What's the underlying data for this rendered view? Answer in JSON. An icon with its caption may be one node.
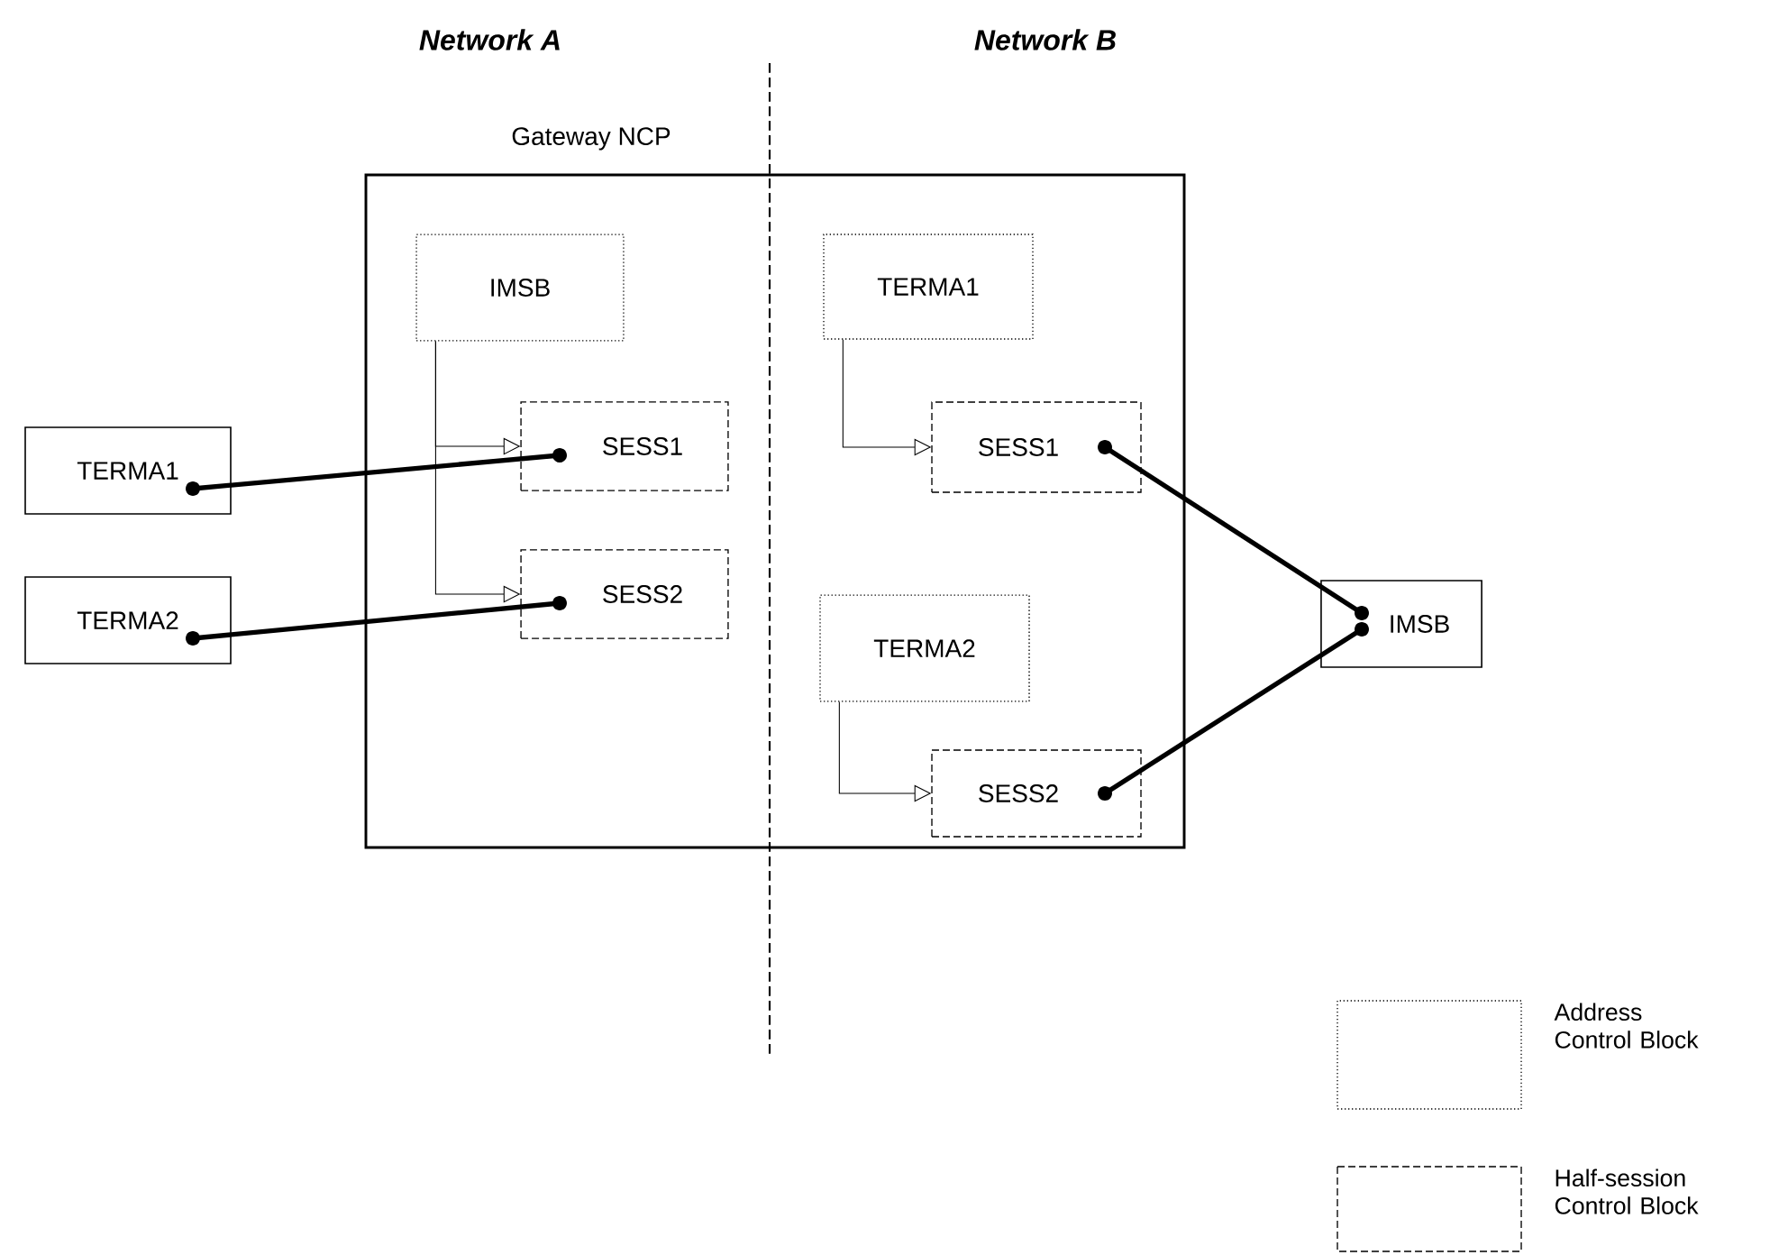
{
  "diagram": {
    "nodes": [
      {
        "text": [
          "Gateway NCP"
        ]
      },
      {
        "text": [
          "IMSB"
        ],
        "in": 0
      },
      {
        "text": [
          "SESS1"
        ],
        "in": 0
      },
      {
        "text": [
          "SESS2"
        ],
        "in": 0
      },
      {
        "text": [
          "TERMA1"
        ],
        "in": 0
      },
      {
        "text": [
          "SESS1"
        ],
        "in": 0
      },
      {
        "text": [
          "TERMA2"
        ],
        "in": 0
      },
      {
        "text": [
          "SESS2"
        ],
        "in": 0
      },
      {
        "text": [
          "TERMA1"
        ]
      },
      {
        "text": [
          "TERMA2"
        ]
      },
      {
        "text": [
          "IMSB"
        ]
      }
    ],
    "edges": [
      {
        "from": 1,
        "to": 2,
        "arrow": "to"
      },
      {
        "from": 1,
        "to": 3,
        "arrow": "to"
      },
      {
        "from": 4,
        "to": 5,
        "arrow": "to"
      },
      {
        "from": 6,
        "to": 7,
        "arrow": "to"
      },
      {
        "from": 8,
        "to": 2,
        "arrow": "other",
        "style": "thick"
      },
      {
        "from": 9,
        "to": 3,
        "arrow": "other",
        "style": "thick"
      },
      {
        "from": 5,
        "to": 10,
        "arrow": "other",
        "style": "thick"
      },
      {
        "from": 7,
        "to": 10,
        "arrow": "other",
        "style": "thick"
      }
    ],
    "labels": [
      "Network A",
      "Network B"
    ],
    "legend": [
      {
        "text": "Address Control Block"
      },
      {
        "text": "Half-session Control Block"
      }
    ]
  }
}
